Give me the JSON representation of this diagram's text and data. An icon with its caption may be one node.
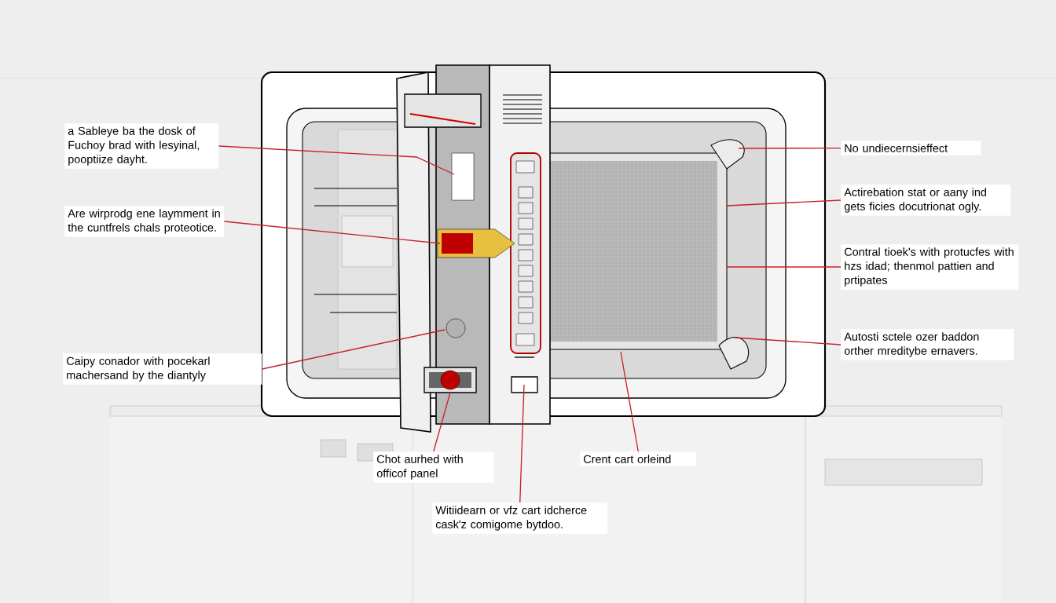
{
  "diagram": {
    "nodes": [
      {
        "text": [
          "a Sableye ba the dosk of Fuchoy brad with lesyinal, pooptiize dayht."
        ]
      },
      {
        "text": [
          "Are wirprodg ene laymment in the cuntfrels chals proteotice."
        ]
      },
      {
        "text": [
          "Caipy conador with pocekarl machersand by the diantyly"
        ]
      },
      {
        "text": [
          "No undiecernsieffect"
        ]
      },
      {
        "text": [
          "Actirebation stat or aany ind gets ficies docutrionat ogly."
        ]
      },
      {
        "text": [
          "Contral tioek's with protucfes with hzs idad; thenmol pattien and prtipates"
        ]
      },
      {
        "text": [
          "Autosti sctele ozer baddon orther mreditybe ernavers."
        ]
      },
      {
        "text": [
          "Chot aurhed with officof panel"
        ]
      },
      {
        "text": [
          "Crent cart orleind"
        ]
      },
      {
        "text": [
          "Witiidearn or vfz cart idcherce cask'z comigome bytdoo."
        ]
      }
    ],
    "edges": [
      {
        "from": 0,
        "to": null,
        "arrow": "none"
      },
      {
        "from": 1,
        "to": null,
        "arrow": "none"
      },
      {
        "from": 2,
        "to": null,
        "arrow": "none"
      },
      {
        "from": 3,
        "to": null,
        "arrow": "none"
      },
      {
        "from": 4,
        "to": null,
        "arrow": "none"
      },
      {
        "from": 5,
        "to": null,
        "arrow": "none"
      },
      {
        "from": 6,
        "to": null,
        "arrow": "none"
      },
      {
        "from": 7,
        "to": null,
        "arrow": "none"
      },
      {
        "from": 8,
        "to": null,
        "arrow": "none"
      },
      {
        "from": 9,
        "to": null,
        "arrow": "none"
      }
    ]
  }
}
